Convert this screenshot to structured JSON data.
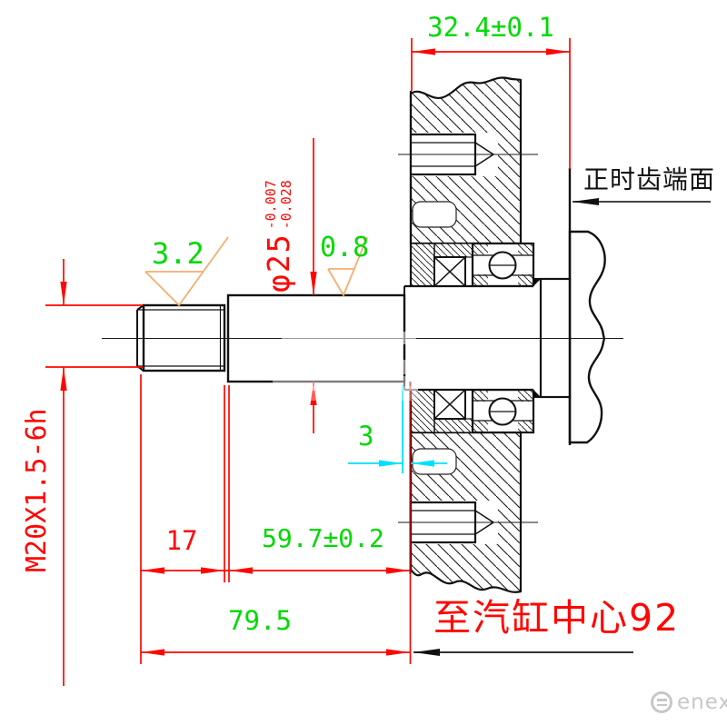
{
  "title": "engine PTO shaft section drawing",
  "labels": {
    "dim_gear_width": "32.4±0.1",
    "timing_gear_face": "正时齿端面",
    "roughness_thread": "3.2",
    "roughness_shaft": "0.8",
    "shaft_diameter": "φ25",
    "tolerance_upper": "-0.007",
    "tolerance_lower": "-0.028",
    "thread_spec": "M20X1.5-6h",
    "dim_thread_length": "17",
    "dim_shaft_length": "59.7±0.2",
    "dim_gap": "3",
    "dim_total_length": "79.5",
    "dim_to_cylinder_center": "至汽缸中心92"
  },
  "colors": {
    "dimension_red": "#ff0600",
    "value_green": "#00d900",
    "gap_cyan": "#00e0ff",
    "roughness_orange": "#f5ae6e",
    "line_black": "#111111",
    "dark_red_overlap": "#aa0000",
    "logo_gray": "#c7c7c7"
  },
  "logo": {
    "text": "enex"
  }
}
